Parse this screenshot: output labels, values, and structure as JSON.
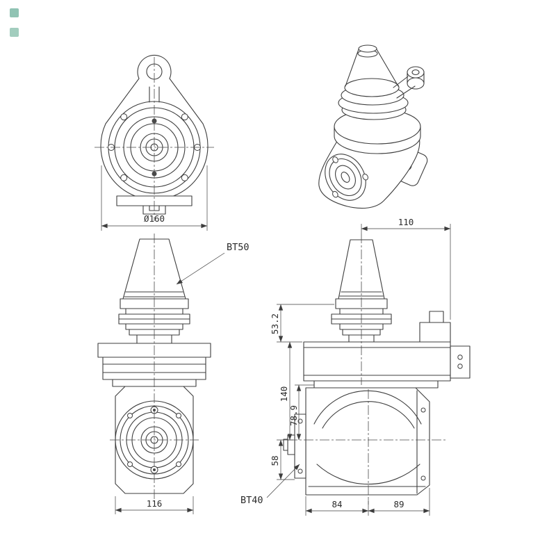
{
  "page": {
    "background": "#ffffff"
  },
  "drawing": {
    "line_color": "#3d3d3d",
    "marker_color": "#7db8a6",
    "dimensions": {
      "front": {
        "diameter": "Ø160"
      },
      "left": {
        "taper_label": "BT50",
        "base_width": "116"
      },
      "right": {
        "top_width": "110",
        "flange_offset": "53.2",
        "body_to_center": "140",
        "head_to_center": "78.9",
        "center_to_bottom": "58",
        "taper_label": "BT40",
        "left_span": "84",
        "right_span": "89"
      }
    }
  }
}
